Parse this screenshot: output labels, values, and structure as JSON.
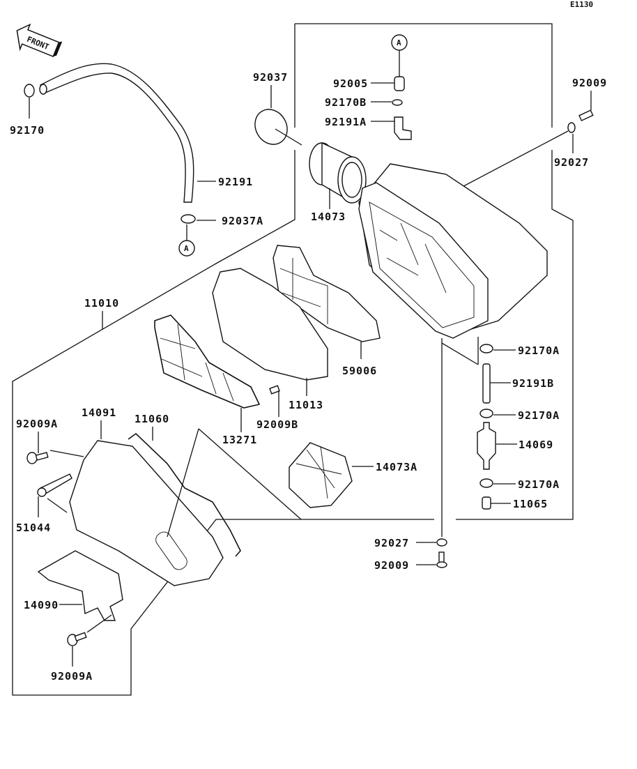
{
  "diagram": {
    "code": "E1130",
    "front_label": "FRONT",
    "ref_marker": "A",
    "parts": {
      "p92170": "92170",
      "p92191": "92191",
      "p92037A": "92037A",
      "p92037": "92037",
      "p92005": "92005",
      "p92170B": "92170B",
      "p92191A": "92191A",
      "p14073": "14073",
      "p92009_top": "92009",
      "p92027_top": "92027",
      "p11010": "11010",
      "p59006": "59006",
      "p11013": "11013",
      "p92009B": "92009B",
      "p13271": "13271",
      "p14091": "14091",
      "p11060": "11060",
      "p92009A_top": "92009A",
      "p51044": "51044",
      "p14073A": "14073A",
      "p92170A_1": "92170A",
      "p92191B": "92191B",
      "p92170A_2": "92170A",
      "p14069": "14069",
      "p92170A_3": "92170A",
      "p11065": "11065",
      "p92027_bot": "92027",
      "p92009_bot": "92009",
      "p14090": "14090",
      "p92009A_bot": "92009A"
    }
  }
}
